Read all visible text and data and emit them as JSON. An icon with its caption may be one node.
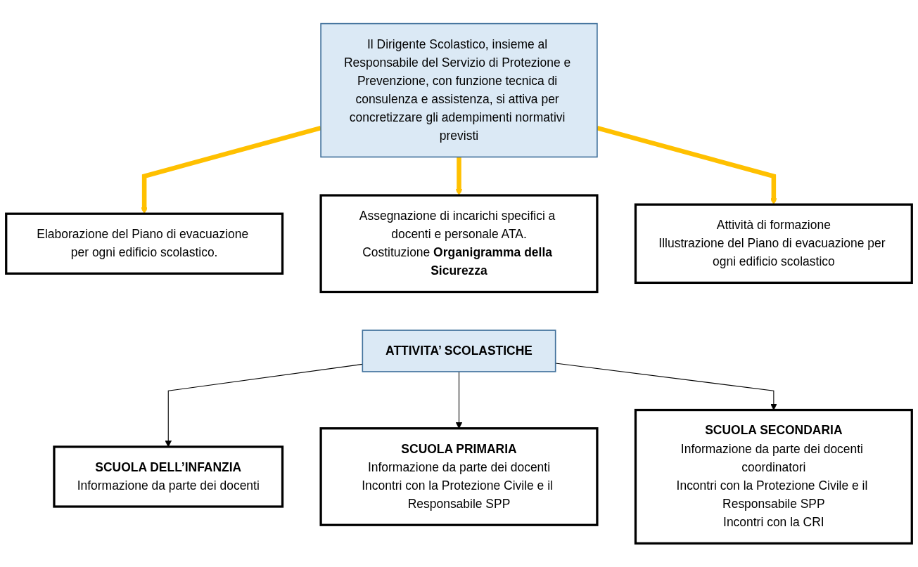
{
  "diagram": {
    "nodes": [
      {
        "text": [
          "Il Dirigente Scolastico, insieme al Responsabile del Servizio di Protezione e Prevenzione, con funzione tecnica di consulenza e assistenza, si attiva per concretizzare gli adempimenti normativi previsti"
        ]
      },
      {
        "text": [
          "Elaborazione del Piano di evacuazione per ogni edificio scolastico."
        ]
      },
      {
        "text": [
          "Assegnazione di incarichi specifici a docenti e personale ATA.",
          "Costituzione **Organigramma della Sicurezza**"
        ]
      },
      {
        "text": [
          "Attività di formazione",
          "Illustrazione del Piano di evacuazione per ogni edificio scolastico"
        ]
      },
      {
        "text": [
          "ATTIVITA’ SCOLASTICHE"
        ]
      },
      {
        "text": [
          "SCUOLA DELL’INFANZIA",
          "Informazione da parte dei docenti"
        ]
      },
      {
        "text": [
          "SCUOLA PRIMARIA",
          "Informazione da parte dei docenti",
          "Incontri con la Protezione Civile e il Responsabile SPP"
        ]
      },
      {
        "text": [
          "SCUOLA SECONDARIA",
          "Informazione da parte dei docenti coordinatori",
          "Incontri con la Protezione Civile e il Responsabile SPP",
          "Incontri con la CRI"
        ]
      }
    ],
    "edges": [
      {
        "from": 0,
        "to": 1,
        "arrow": "to",
        "style": "thick",
        "color": "#ffc000"
      },
      {
        "from": 0,
        "to": 2,
        "arrow": "to",
        "style": "thick",
        "color": "#ffc000"
      },
      {
        "from": 0,
        "to": 3,
        "arrow": "to",
        "style": "thick",
        "color": "#ffc000"
      },
      {
        "from": 4,
        "to": 5,
        "arrow": "to",
        "color": "#000000"
      },
      {
        "from": 4,
        "to": 6,
        "arrow": "to",
        "color": "#000000"
      },
      {
        "from": 4,
        "to": 7,
        "arrow": "to",
        "color": "#000000"
      }
    ]
  }
}
